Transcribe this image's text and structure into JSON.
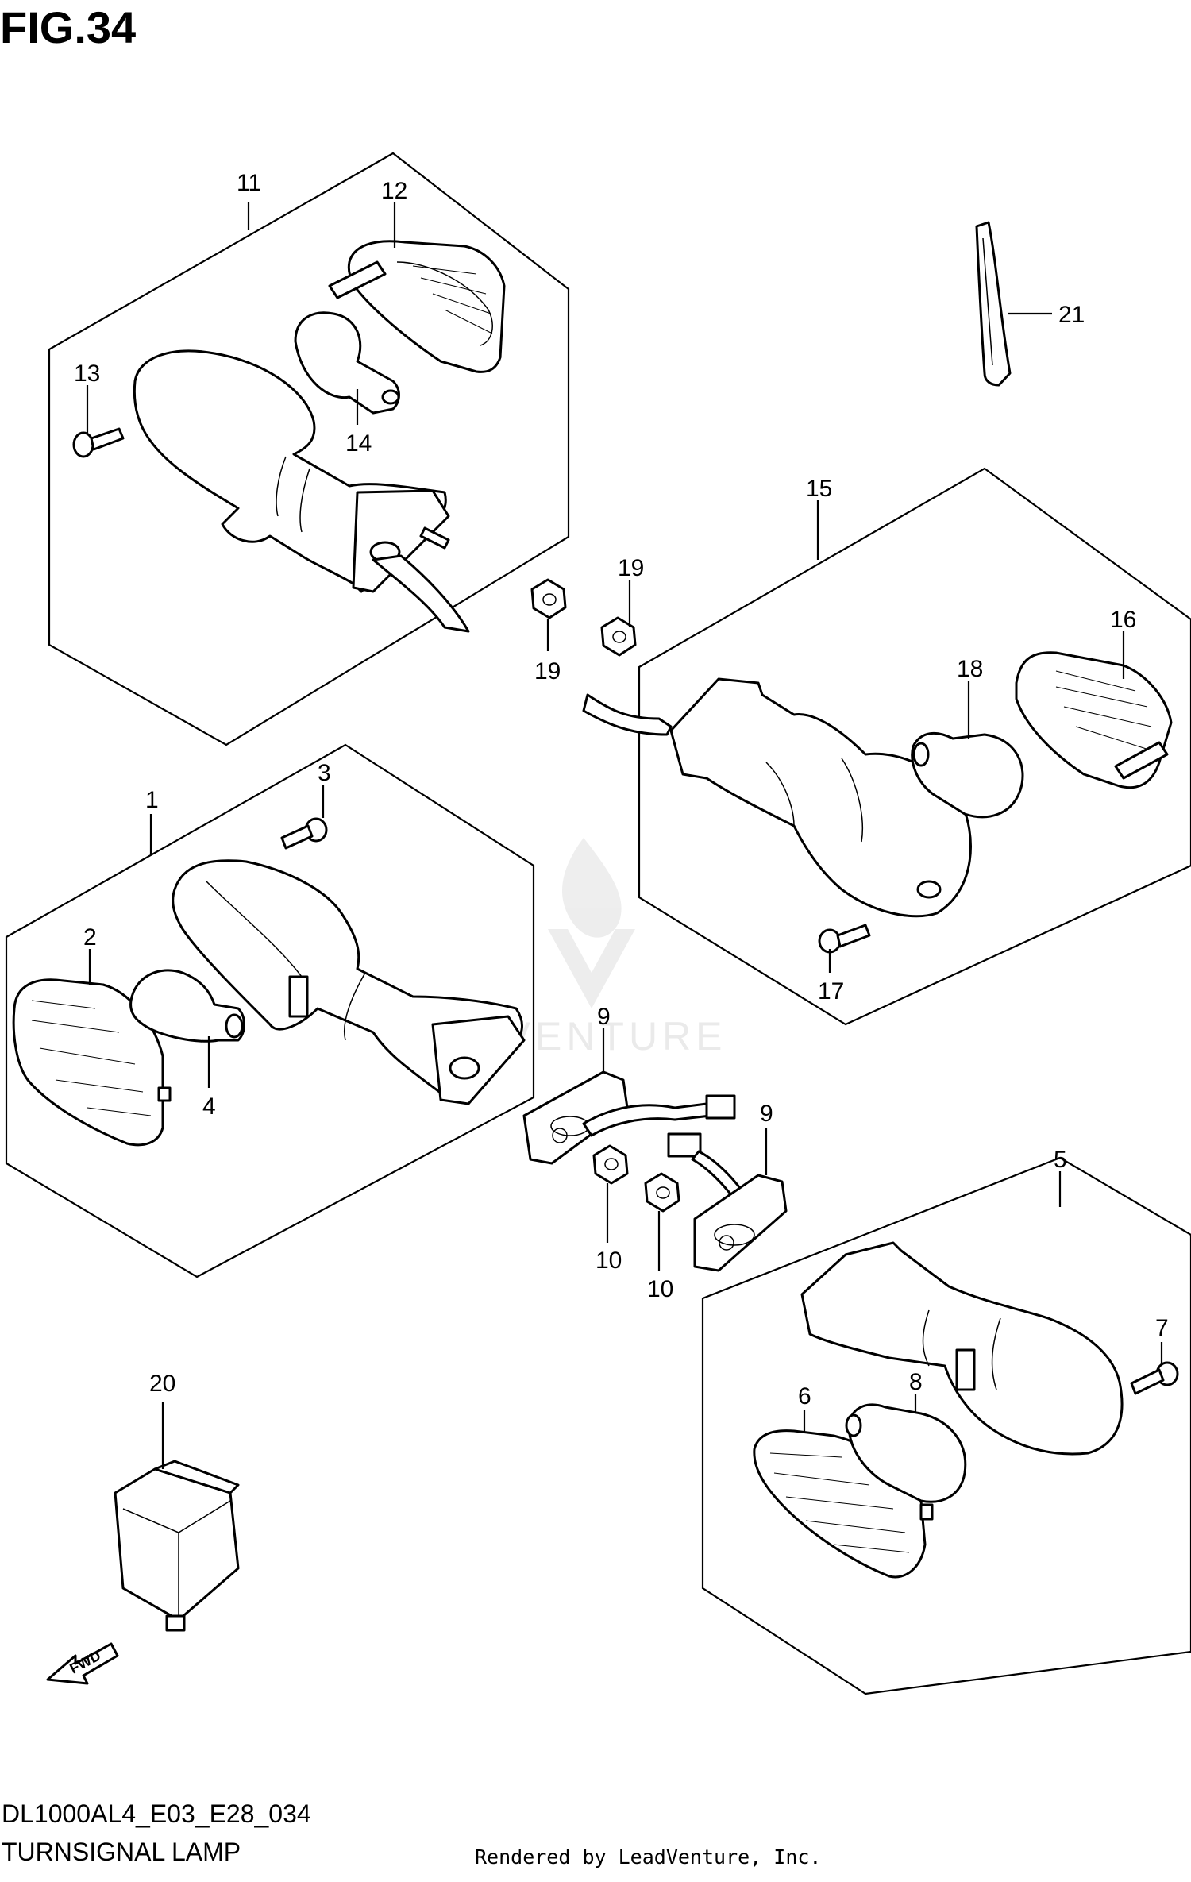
{
  "figure": {
    "title": "FIG.34",
    "model_code": "DL1000AL4_E03_E28_034",
    "section_name": "TURNSIGNAL LAMP",
    "render_credit": "Rendered by LeadVenture, Inc.",
    "watermark": "LEADVENTURE"
  },
  "callouts": {
    "c1": "1",
    "c2": "2",
    "c3": "3",
    "c4": "4",
    "c5": "5",
    "c6": "6",
    "c7": "7",
    "c8": "8",
    "c9a": "9",
    "c9b": "9",
    "c10a": "10",
    "c10b": "10",
    "c11": "11",
    "c12": "12",
    "c13": "13",
    "c14": "14",
    "c15": "15",
    "c16": "16",
    "c17": "17",
    "c18": "18",
    "c19a": "19",
    "c19b": "19",
    "c20": "20",
    "c21": "21"
  },
  "fwd_label": "FWD"
}
